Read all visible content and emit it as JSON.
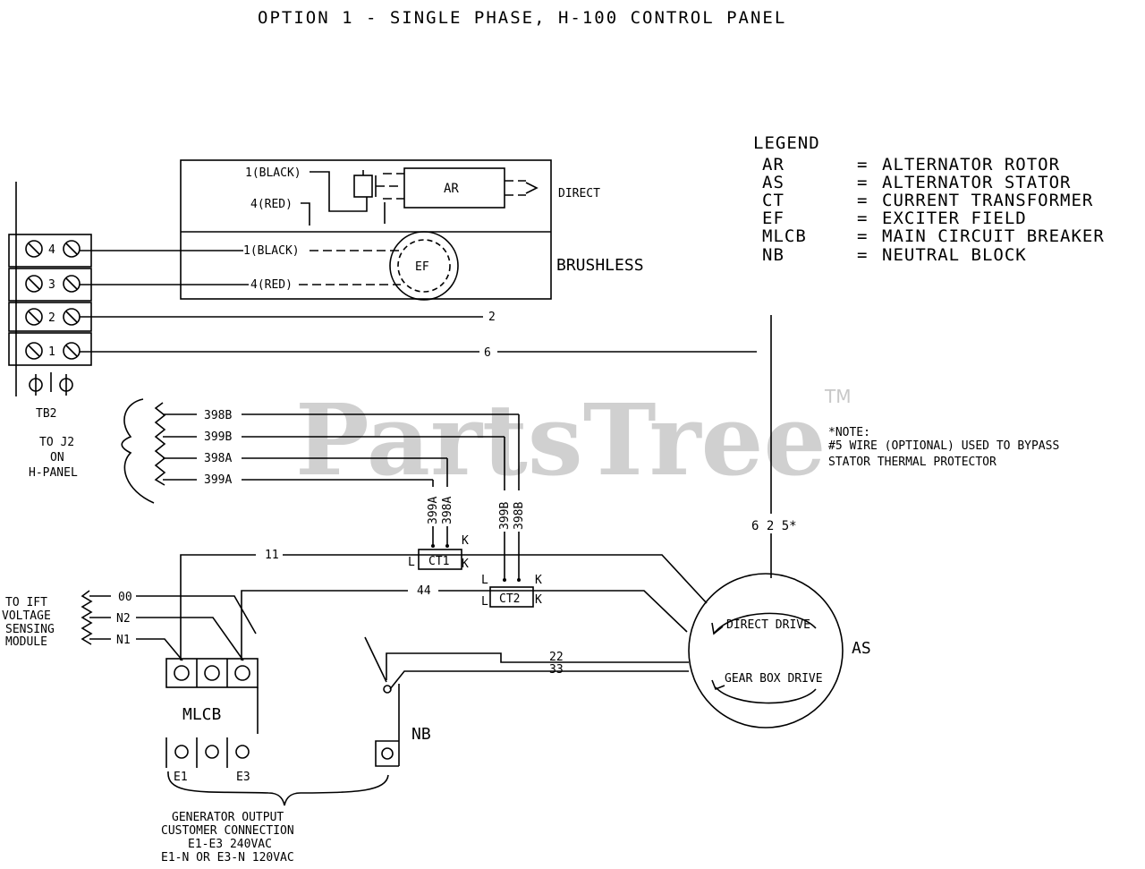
{
  "title": "OPTION 1 - SINGLE PHASE, H-100 CONTROL PANEL",
  "watermark": {
    "text": "PartsTree",
    "tm": "TM"
  },
  "legend": {
    "heading": "LEGEND",
    "items": [
      {
        "abbr": "AR",
        "sep": "=",
        "meaning": "ALTERNATOR ROTOR"
      },
      {
        "abbr": "AS",
        "sep": "=",
        "meaning": "ALTERNATOR STATOR"
      },
      {
        "abbr": "CT",
        "sep": "=",
        "meaning": "CURRENT TRANSFORMER"
      },
      {
        "abbr": "EF",
        "sep": "=",
        "meaning": "EXCITER FIELD"
      },
      {
        "abbr": "MLCB",
        "sep": "=",
        "meaning": "MAIN CIRCUIT BREAKER"
      },
      {
        "abbr": "NB",
        "sep": "=",
        "meaning": "NEUTRAL BLOCK"
      }
    ]
  },
  "rotor_box": {
    "wire_black": "1(BLACK)",
    "wire_red": "4(RED)",
    "ar_label": "AR",
    "direct_label": "DIRECT",
    "brushless_label": "BRUSHLESS",
    "ef_label": "EF"
  },
  "terminal_block": {
    "label": "TB2",
    "terminals": [
      "4",
      "3",
      "2",
      "1"
    ]
  },
  "wires": {
    "w2": "2",
    "w6": "6",
    "w11": "11",
    "w44": "44",
    "w00": "00",
    "n2": "N2",
    "n1": "N1",
    "w22": "22",
    "w33": "33",
    "stator_wires": "6 2 5*"
  },
  "j2_block": {
    "label": [
      "TO J2",
      "ON",
      "H-PANEL"
    ],
    "wires": [
      "398B",
      "399B",
      "398A",
      "399A"
    ]
  },
  "note": {
    "heading": "*NOTE:",
    "lines": [
      "#5 WIRE (OPTIONAL) USED TO BYPASS",
      "STATOR THERMAL PROTECTOR"
    ]
  },
  "ct1": {
    "label": "CT1",
    "wire_a": "399A",
    "wire_b": "398A",
    "left": "L",
    "right": "K"
  },
  "ct2": {
    "label": "CT2",
    "wire_a": "399B",
    "wire_b": "398B",
    "left": "L",
    "right": "K"
  },
  "voltage_module": {
    "label": [
      "TO IFT",
      "VOLTAGE",
      "SENSING",
      "MODULE"
    ]
  },
  "mlcb": {
    "label": "MLCB",
    "e1": "E1",
    "e3": "E3"
  },
  "nb": {
    "label": "NB"
  },
  "stator": {
    "label": "AS",
    "direct_drive": "DIRECT DRIVE",
    "gearbox_drive": "GEAR BOX DRIVE"
  },
  "generator_output": {
    "lines": [
      "GENERATOR OUTPUT",
      "CUSTOMER CONNECTION",
      "E1-E3  240VAC",
      "E1-N OR E3-N 120VAC"
    ]
  }
}
